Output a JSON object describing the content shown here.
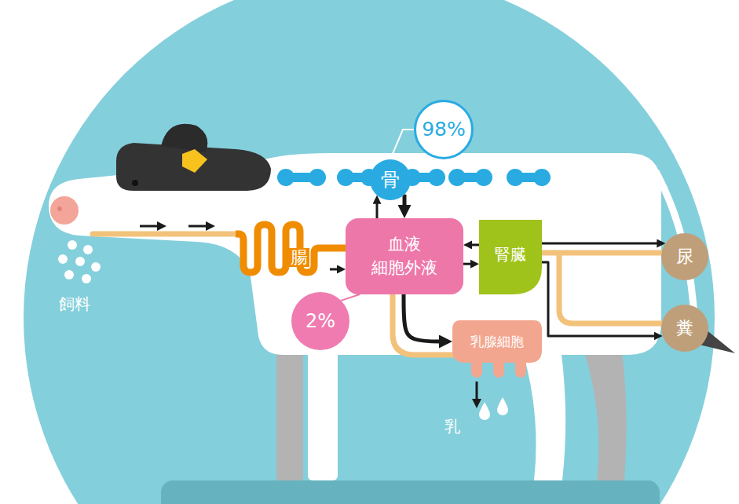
{
  "diagram": {
    "nodes": [
      {
        "text": [
          "98%"
        ]
      },
      {
        "text": [
          "骨"
        ]
      },
      {
        "text": [
          "腸"
        ]
      },
      {
        "text": [
          "血液 細胞外液"
        ]
      },
      {
        "text": [
          "腎臓"
        ]
      },
      {
        "text": [
          "尿"
        ]
      },
      {
        "text": [
          "糞"
        ]
      },
      {
        "text": [
          "2%"
        ]
      },
      {
        "text": [
          "乳腺細胞"
        ]
      }
    ],
    "edges": [
      {
        "from": 2,
        "to": 3,
        "arrow": "to"
      },
      {
        "from": 3,
        "to": 1,
        "arrow": "to"
      },
      {
        "from": 1,
        "to": 3,
        "arrow": "to"
      },
      {
        "from": 3,
        "to": 4,
        "arrow": "to"
      },
      {
        "from": 4,
        "to": 3,
        "arrow": "to"
      },
      {
        "from": 4,
        "to": 5,
        "arrow": "to"
      },
      {
        "from": 4,
        "to": 6,
        "arrow": "to"
      },
      {
        "from": 3,
        "to": 8,
        "arrow": "to"
      },
      {
        "from": 0,
        "to": 1,
        "arrow": "none"
      },
      {
        "from": 7,
        "to": 3,
        "arrow": "none"
      }
    ],
    "labels": [
      "飼料",
      "乳"
    ]
  }
}
